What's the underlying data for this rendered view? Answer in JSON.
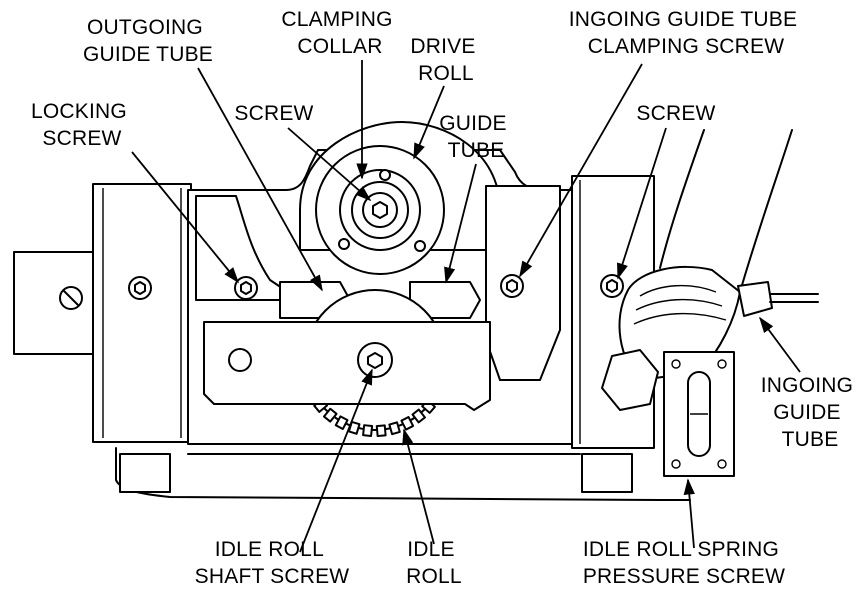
{
  "labels": {
    "outgoing_guide_tube": [
      "OUTGOING",
      "GUIDE TUBE"
    ],
    "clamping_collar": [
      "CLAMPING",
      "COLLAR"
    ],
    "drive_roll": [
      "DRIVE",
      "ROLL"
    ],
    "ingoing_guide_tube_clamping_screw": [
      "INGOING GUIDE TUBE",
      "CLAMPING SCREW"
    ],
    "locking_screw": [
      "LOCKING",
      "SCREW"
    ],
    "screw_center": "SCREW",
    "guide_tube": [
      "GUIDE",
      "TUBE"
    ],
    "screw_right": "SCREW",
    "ingoing_guide_tube": [
      "INGOING",
      "GUIDE",
      "TUBE"
    ],
    "idle_roll_shaft_screw": [
      "IDLE ROLL",
      "SHAFT SCREW"
    ],
    "idle_roll": [
      "IDLE",
      "ROLL"
    ],
    "idle_roll_spring_pressure_screw": [
      "IDLE ROLL SPRING",
      "PRESSURE SCREW"
    ]
  }
}
